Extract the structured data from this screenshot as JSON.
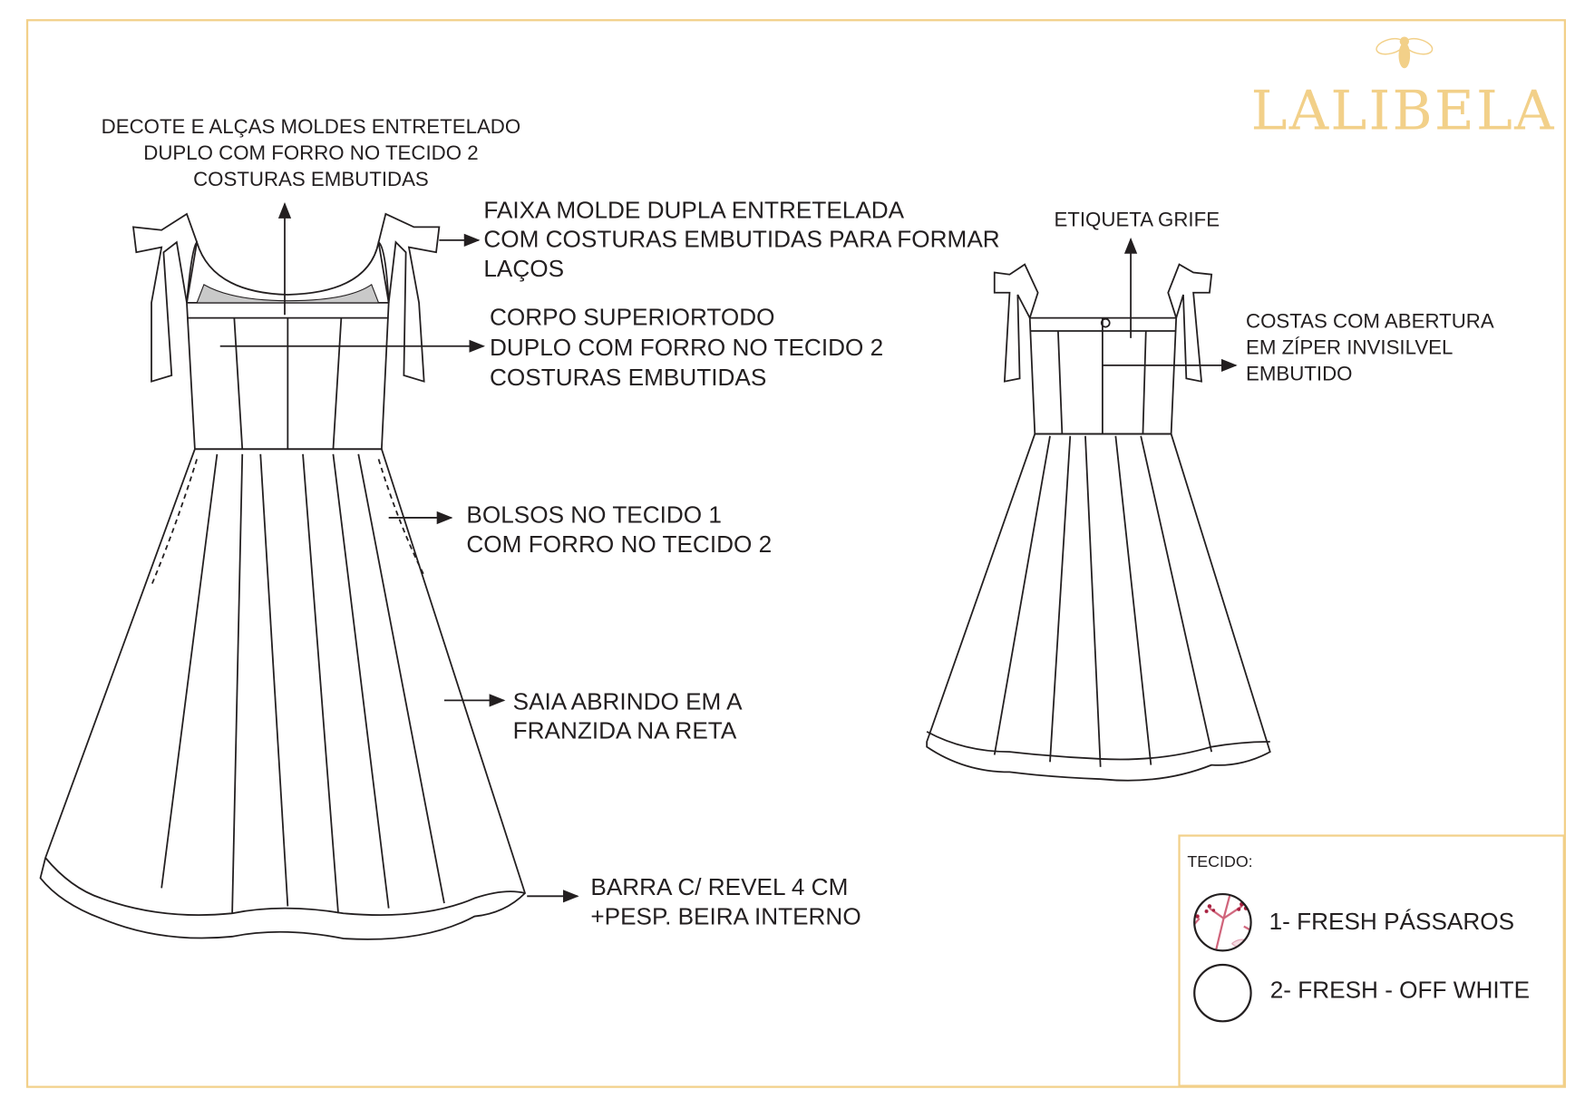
{
  "brand": {
    "name": "LALIBELA",
    "icon": "bee-icon",
    "color": "#f2d089"
  },
  "front_annotations": {
    "neckline": [
      "DECOTE E ALÇAS MOLDES ENTRETELADO",
      "DUPLO COM FORRO NO TECIDO 2",
      "COSTURAS EMBUTIDAS"
    ],
    "straps": [
      "FAIXA MOLDE DUPLA ENTRETELADA",
      "COM COSTURAS EMBUTIDAS PARA FORMAR",
      "LAÇOS"
    ],
    "bodice": [
      "CORPO SUPERIORTODO",
      "DUPLO COM FORRO NO TECIDO 2",
      "COSTURAS EMBUTIDAS"
    ],
    "pockets": [
      "BOLSOS NO TECIDO 1",
      "COM FORRO NO TECIDO 2"
    ],
    "skirt": [
      "SAIA ABRINDO EM A",
      "FRANZIDA NA RETA"
    ],
    "hem": [
      "BARRA C/ REVEL 4 CM",
      "+PESP. BEIRA INTERNO"
    ]
  },
  "back_annotations": {
    "label": "ETIQUETA GRIFE",
    "back": [
      "COSTAS COM ABERTURA",
      "EM ZÍPER INVISILVEL",
      "EMBUTIDO"
    ]
  },
  "legend": {
    "title": "TECIDO:",
    "items": [
      {
        "label": "1- FRESH PÁSSAROS",
        "swatch": "floral-print",
        "color": "#c0304f"
      },
      {
        "label": "2-  FRESH - OFF WHITE",
        "swatch": "plain",
        "color": "#ffffff"
      }
    ]
  },
  "colors": {
    "frame": "#f2d089",
    "print": "#c0304f",
    "ink": "#231f20"
  }
}
